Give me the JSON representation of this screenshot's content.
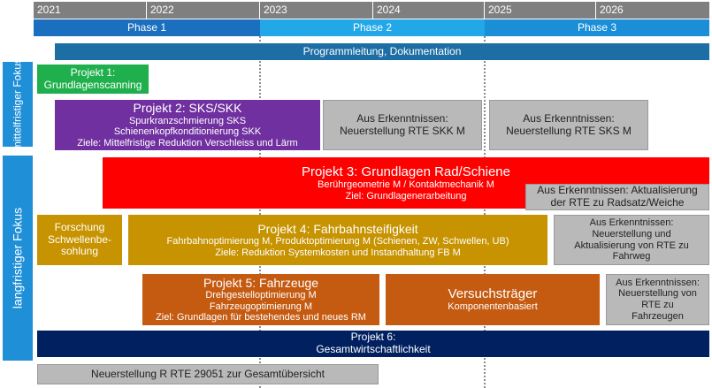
{
  "years": [
    "2021",
    "2022",
    "2023",
    "2024",
    "2025",
    "2026"
  ],
  "phases": [
    "Phase 1",
    "Phase 2",
    "Phase 3"
  ],
  "sidebar": {
    "mid_term": [
      "mittelfristiger",
      "Fokus"
    ],
    "long_term": "langfristiger Fokus"
  },
  "program_management": "Programmleitung, Dokumentation",
  "project1": {
    "title": "Projekt 1:",
    "line1": "Grundlagenscanning"
  },
  "project2": {
    "title": "Projekt 2: SKS/SKK",
    "line1": "Spurkranzschmierung SKS",
    "line2": "Schienenkopfkonditionierung SKK",
    "line3": "Ziele: Mittelfristige Reduktion Verschleiss und Lärm"
  },
  "skk_result": {
    "line1": "Aus Erkenntnissen:",
    "line2": "Neuerstellung RTE SKK M"
  },
  "sks_result": {
    "line1": "Aus Erkenntnissen:",
    "line2": "Neuerstellung RTE SKS M"
  },
  "project3": {
    "title": "Projekt 3:  Grundlagen Rad/Schiene",
    "line1": "Berührgeometrie M / Kontaktmechanik M",
    "line2": "Ziel: Grundlagenerarbeitung"
  },
  "p3_result": {
    "line1": "Aus Erkenntnissen: Aktualisierung",
    "line2": "der RTE zu Radsatz/Weiche"
  },
  "research": {
    "line1": "Forschung",
    "line2": "Schwellenbe-",
    "line3": "sohlung"
  },
  "project4": {
    "title": "Projekt 4: Fahrbahnsteifigkeit",
    "line1": "Fahrbahnoptimierung M, Produktoptimierung M (Schienen, ZW, Schwellen, UB)",
    "line2": "Ziele: Reduktion Systemkosten und Instandhaltung FB M"
  },
  "p4_result": {
    "line1": "Aus Erkenntnissen:",
    "line2": "Neuerstellung und",
    "line3": "Aktualisierung von RTE zu",
    "line4": "Fahrweg"
  },
  "project5": {
    "title": "Projekt 5: Fahrzeuge",
    "line1": "Drehgestelloptimierung M",
    "line2": "Fahrzeugoptimierung M",
    "line3": "Ziel: Grundlagen für bestehendes und neues RM"
  },
  "test_carrier": {
    "title": "Versuchsträger",
    "line1": "Komponentenbasiert"
  },
  "p5_result": {
    "line1": "Aus Erkenntnissen:",
    "line2": "Neuerstellung von",
    "line3": "RTE zu",
    "line4": "Fahrzeugen"
  },
  "project6": {
    "title": "Projekt 6:",
    "line1": "Gesamtwirtschaftlichkeit"
  },
  "overview": "Neuerstellung R RTE 29051 zur Gesamtübersicht",
  "colors": {
    "year_header": "#7f7f7f",
    "phase1": "#1a6fbf",
    "phase2": "#22a7e8",
    "phase3": "#1a8fd8",
    "project1": "#1fb04d",
    "project2": "#7030a0",
    "project3": "#ff0000",
    "project4": "#c79300",
    "project5": "#c55a11",
    "project6": "#002060",
    "result_boxes": "#b9b9b9"
  }
}
